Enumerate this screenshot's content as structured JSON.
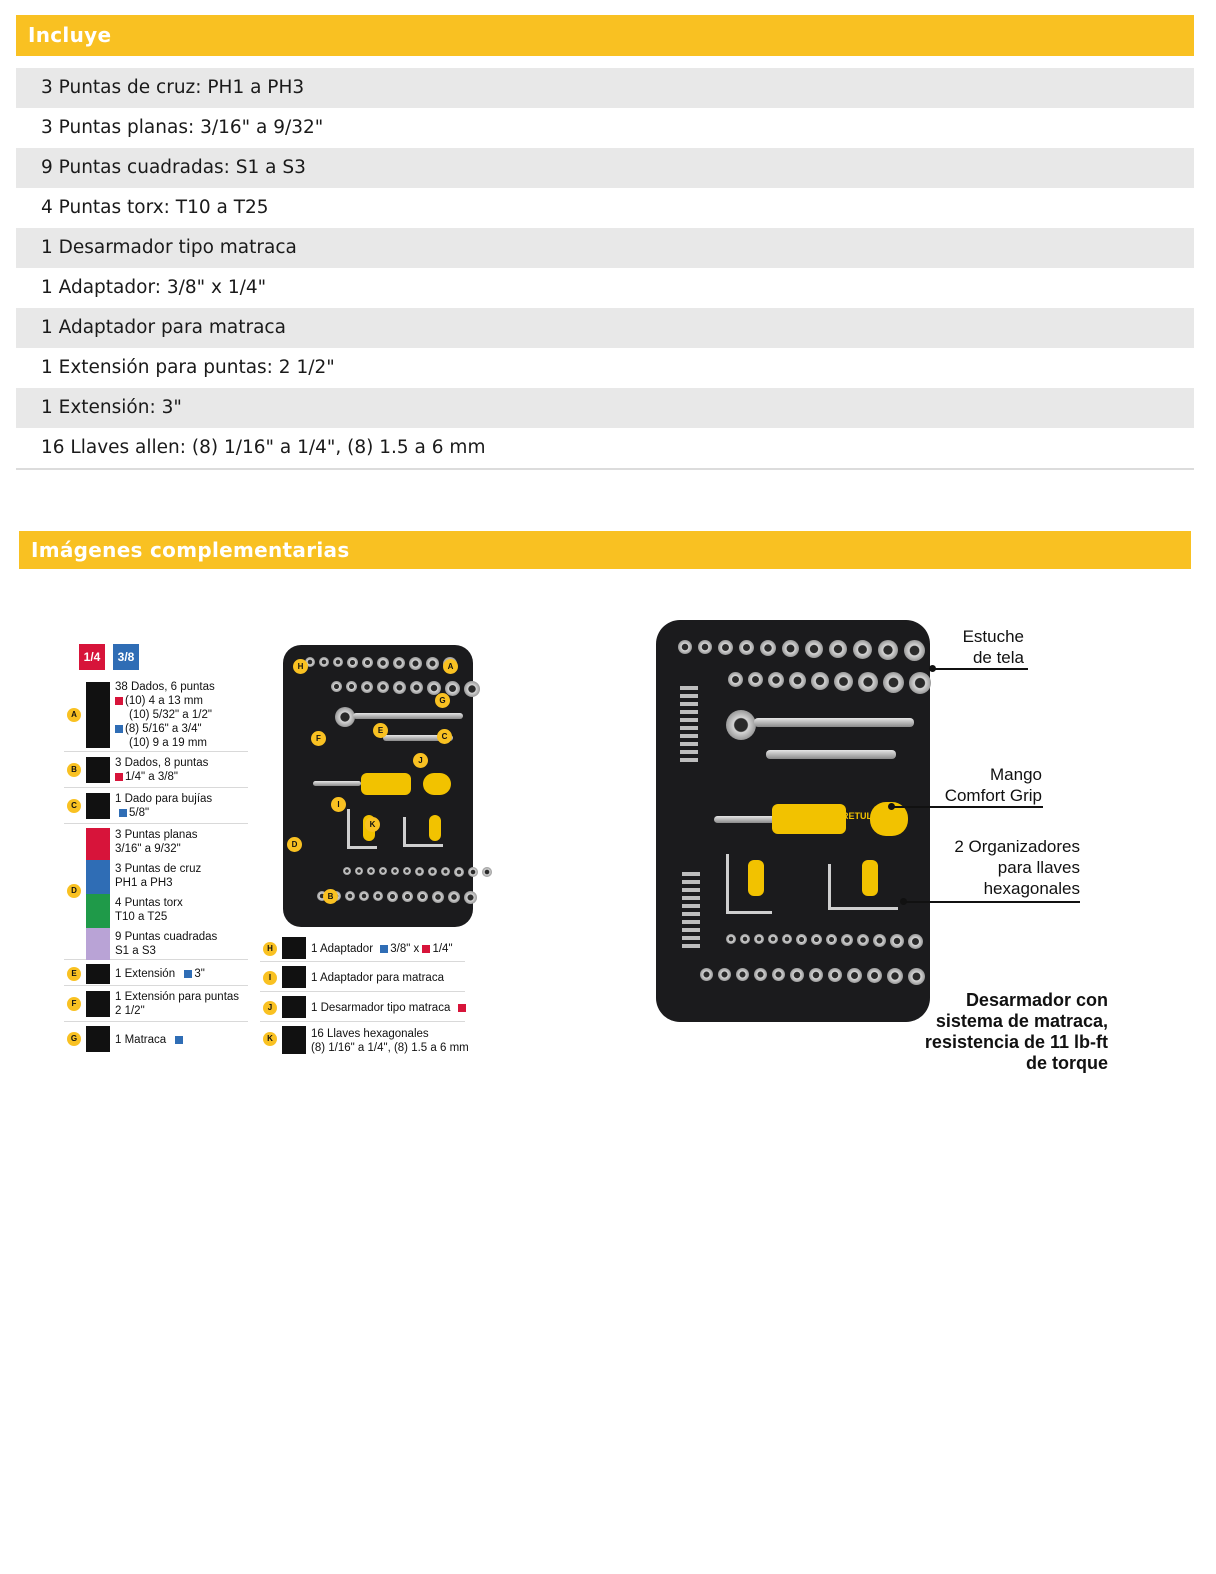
{
  "incluye": {
    "title": "Incluye",
    "items": [
      "3 Puntas de cruz: PH1 a PH3",
      "3 Puntas planas: 3/16\" a 9/32\"",
      "9 Puntas cuadradas: S1 a S3",
      "4 Puntas torx: T10 a T25",
      "1 Desarmador tipo matraca",
      "1 Adaptador: 3/8\" x 1/4\"",
      "1 Adaptador para matraca",
      "1 Extensión para puntas: 2 1/2\"",
      "1 Extensión: 3\"",
      "16 Llaves allen: (8) 1/16\" a 1/4\", (8) 1.5 a 6 mm"
    ]
  },
  "imagenes": {
    "title": "Imágenes complementarias"
  },
  "legend": {
    "sizes": [
      "1/4",
      "3/8"
    ],
    "a": {
      "badge": "A",
      "line1": "38 Dados, 6 puntas",
      "line2": "(10) 4 a 13 mm",
      "line3": "(10) 5/32\" a 1/2\"",
      "line4": "(8) 5/16\" a 3/4\"",
      "line5": "(10) 9 a 19 mm"
    },
    "b": {
      "badge": "B",
      "line1": "3 Dados, 8 puntas",
      "line2": "1/4\" a 3/8\""
    },
    "c": {
      "badge": "C",
      "line1": "1 Dado para bujías",
      "line2": "5/8\""
    },
    "d": {
      "badge": "D",
      "p1": "3 Puntas planas",
      "p1b": "3/16\" a 9/32\"",
      "p2": "3 Puntas de cruz",
      "p2b": "PH1 a PH3",
      "p3": "4 Puntas torx",
      "p3b": "T10 a T25",
      "p4": "9 Puntas cuadradas",
      "p4b": "S1 a S3"
    },
    "e": {
      "badge": "E",
      "line1": "1 Extensión",
      "line2": "3\""
    },
    "f": {
      "badge": "F",
      "line1": "1 Extensión para puntas",
      "line2": "2 1/2\""
    },
    "g": {
      "badge": "G",
      "line1": "1 Matraca"
    },
    "h": {
      "badge": "H",
      "line1": "1 Adaptador",
      "line2": "3/8\" x",
      "line3": "1/4\""
    },
    "i": {
      "badge": "I",
      "line1": "1 Adaptador para matraca"
    },
    "j": {
      "badge": "J",
      "line1": "1 Desarmador tipo matraca"
    },
    "k": {
      "badge": "K",
      "line1": "16 Llaves hexagonales",
      "line2": "(8) 1/16\" a 1/4\", (8) 1.5 a 6 mm"
    }
  },
  "callouts": {
    "estuche": [
      "Estuche",
      "de tela"
    ],
    "mango": [
      "Mango",
      "Comfort Grip"
    ],
    "organizadores": [
      "2 Organizadores",
      "para llaves",
      "hexagonales"
    ],
    "desarmador": [
      "Desarmador con",
      "sistema de matraca,",
      "resistencia de 11 lb-ft",
      "de torque"
    ]
  },
  "brand": "PRETUL",
  "colors": {
    "accent": "#f9c122",
    "red": "#d7143a",
    "blue": "#2f6db5",
    "green": "#1f9a49",
    "lilac": "#b9a3d6"
  }
}
